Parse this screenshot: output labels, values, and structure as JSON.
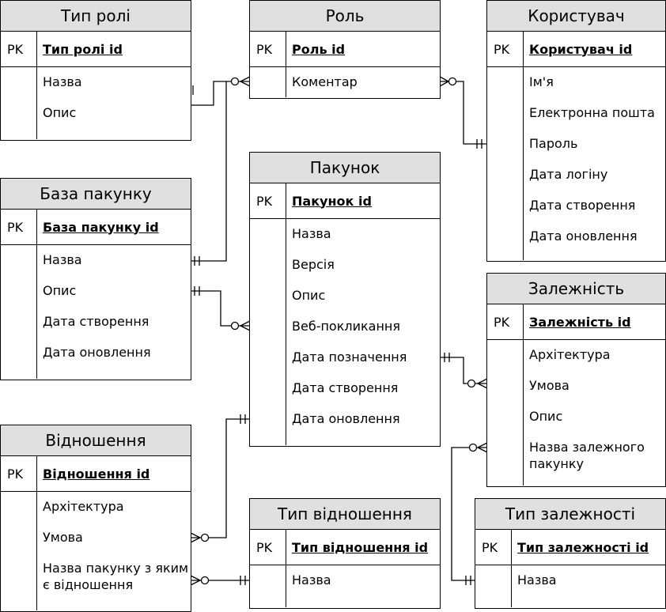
{
  "pk_label": "PK",
  "entities": {
    "role_type": {
      "title": "Тип ролі",
      "pk": "Тип ролі id",
      "attrs": [
        "Назва",
        "Опис"
      ]
    },
    "role": {
      "title": "Роль",
      "pk": "Роль id",
      "attrs": [
        "Коментар"
      ]
    },
    "user": {
      "title": "Користувач",
      "pk": "Користувач id",
      "attrs": [
        "Ім'я",
        "Електронна пошта",
        "Пароль",
        "Дата  логіну",
        "Дата створення",
        "Дата оновлення"
      ]
    },
    "package_base": {
      "title": "База пакунку",
      "pk": "База пакунку id",
      "attrs": [
        "Назва",
        "Опис",
        "Дата створення",
        "Дата оновлення"
      ]
    },
    "package": {
      "title": "Пакунок",
      "pk": "Пакунок id",
      "attrs": [
        "Назва",
        "Версія",
        "Опис",
        "Веб-покликання",
        "Дата позначення",
        "Дата створення",
        "Дата оновлення"
      ]
    },
    "dependency": {
      "title": "Залежність",
      "pk": "Залежність id",
      "attrs": [
        "Архітектура",
        "Умова",
        "Опис",
        "Назва залежного",
        "пакунку"
      ]
    },
    "relation": {
      "title": "Відношення",
      "pk": "Відношення id",
      "attrs": [
        "Архітектура",
        "Умова",
        "Назва пакунку з яким",
        "є відношення"
      ]
    },
    "relation_type": {
      "title": "Тип відношення",
      "pk": "Тип відношення id",
      "attrs": [
        "Назва"
      ]
    },
    "dependency_type": {
      "title": "Тип залежності",
      "pk": "Тип залежності id",
      "attrs": [
        "Назва"
      ]
    }
  },
  "relationships": [
    {
      "from": "Тип ролі",
      "to": "Роль",
      "from_end": "one-mandatory",
      "to_end": "zero-or-many"
    },
    {
      "from": "База пакунку",
      "to": "Роль",
      "from_end": "one-mandatory",
      "to_end": "zero-or-many"
    },
    {
      "from": "Роль",
      "to": "Користувач",
      "from_end": "zero-or-many",
      "to_end": "one-mandatory"
    },
    {
      "from": "База пакунку",
      "to": "Пакунок",
      "from_end": "one-mandatory",
      "to_end": "zero-or-many"
    },
    {
      "from": "Пакунок",
      "to": "Залежність",
      "from_end": "one-mandatory",
      "to_end": "zero-or-many"
    },
    {
      "from": "Пакунок",
      "to": "Відношення",
      "from_end": "one-mandatory",
      "to_end": "zero-or-many"
    },
    {
      "from": "Тип відношення",
      "to": "Відношення",
      "from_end": "one-mandatory",
      "to_end": "zero-or-many"
    },
    {
      "from": "Тип залежності",
      "to": "Залежність",
      "from_end": "one-mandatory",
      "to_end": "zero-or-many"
    }
  ]
}
